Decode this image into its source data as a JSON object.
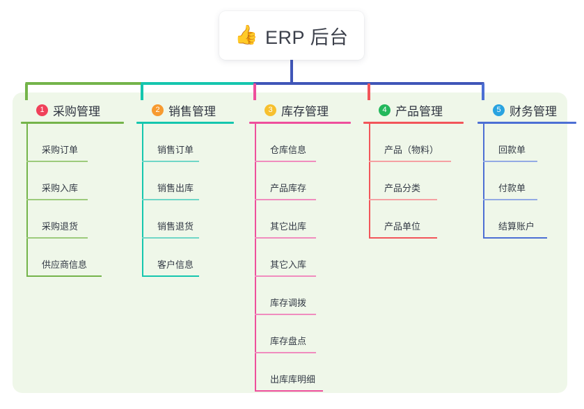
{
  "root": {
    "emoji": "👍",
    "emoji_name": "thumbs-up-icon",
    "title": "ERP 后台"
  },
  "palette": {
    "panel_bg": "#eff7e9",
    "trunk": "#4056b8",
    "page_bg": "#ffffff",
    "text": "#2f3440"
  },
  "columns": [
    {
      "number": "1",
      "title": "采购管理",
      "badge_color": "#f0415a",
      "line_color": "#74b44a",
      "rule_color": "#9ccb7b",
      "connector_color": "#74b44a",
      "items": [
        "采购订单",
        "采购入库",
        "采购退货",
        "供应商信息"
      ]
    },
    {
      "number": "2",
      "title": "销售管理",
      "badge_color": "#f79a30",
      "line_color": "#15c6ae",
      "rule_color": "#6fd6c6",
      "connector_color": "#15c6ae",
      "items": [
        "销售订单",
        "销售出库",
        "销售退货",
        "客户信息"
      ]
    },
    {
      "number": "3",
      "title": "库存管理",
      "badge_color": "#f7c02e",
      "line_color": "#ee4f9c",
      "rule_color": "#f08cbe",
      "connector_color": "#ee4f9c",
      "items": [
        "仓库信息",
        "产品库存",
        "其它出库",
        "其它入库",
        "库存调拨",
        "库存盘点",
        "出库库明细"
      ]
    },
    {
      "number": "4",
      "title": "产品管理",
      "badge_color": "#23b85c",
      "line_color": "#f2555a",
      "rule_color": "#f5a0a2",
      "connector_color": "#f2555a",
      "items": [
        "产品（物料）",
        "产品分类",
        "产品单位"
      ]
    },
    {
      "number": "5",
      "title": "财务管理",
      "badge_color": "#29a3e0",
      "line_color": "#4c6fd4",
      "rule_color": "#93aae4",
      "connector_color": "#4c6fd4",
      "items": [
        "回款单",
        "付款单",
        "结算账户"
      ]
    }
  ]
}
